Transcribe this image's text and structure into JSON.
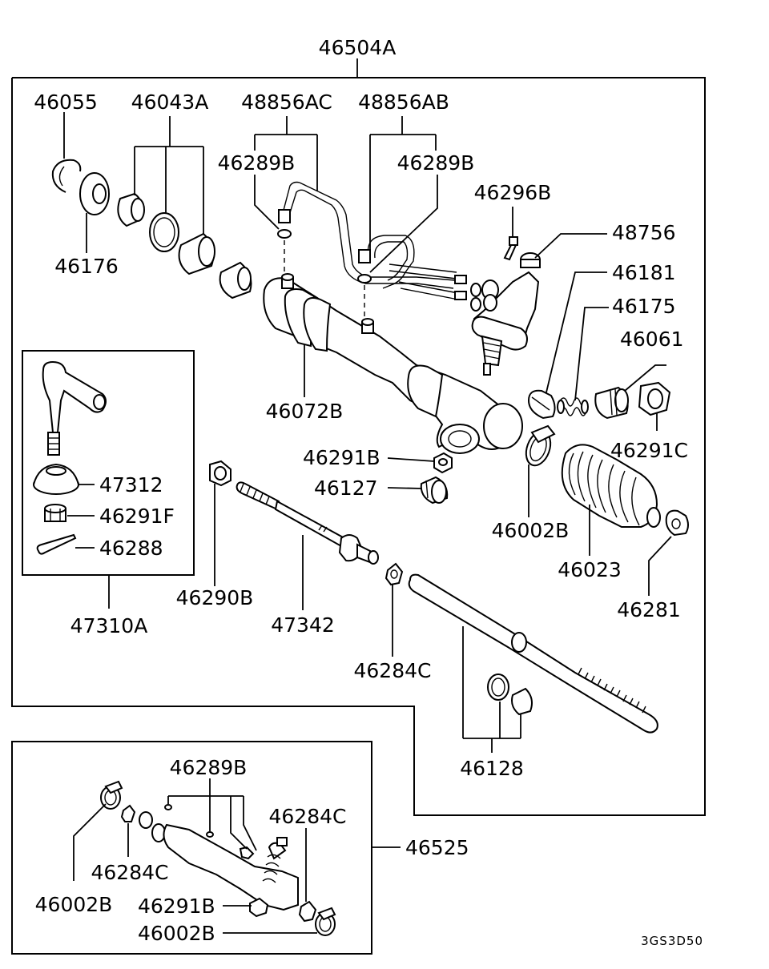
{
  "diagram": {
    "assembly_label": "46504A",
    "figure_code": "3GS3D50",
    "labels": {
      "p46055": "46055",
      "p46043A": "46043A",
      "p48856AC": "48856AC",
      "p48856AB": "48856AB",
      "p46289B_left": "46289B",
      "p46289B_right": "46289B",
      "p46296B": "46296B",
      "p48756": "48756",
      "p46181": "46181",
      "p46175": "46175",
      "p46061": "46061",
      "p46176": "46176",
      "p46072B": "46072B",
      "p46291C": "46291C",
      "p46291B": "46291B",
      "p46127": "46127",
      "p47312": "47312",
      "p46291F": "46291F",
      "p46288": "46288",
      "p47310A": "47310A",
      "p46290B": "46290B",
      "p47342": "47342",
      "p46284C": "46284C",
      "p46002B": "46002B",
      "p46023": "46023",
      "p46281": "46281",
      "p46128": "46128"
    },
    "kit": {
      "label": "46525",
      "p46289B": "46289B",
      "p46284C_right": "46284C",
      "p46284C_left": "46284C",
      "p46002B_left": "46002B",
      "p46291B": "46291B",
      "p46002B_bottom": "46002B"
    }
  }
}
